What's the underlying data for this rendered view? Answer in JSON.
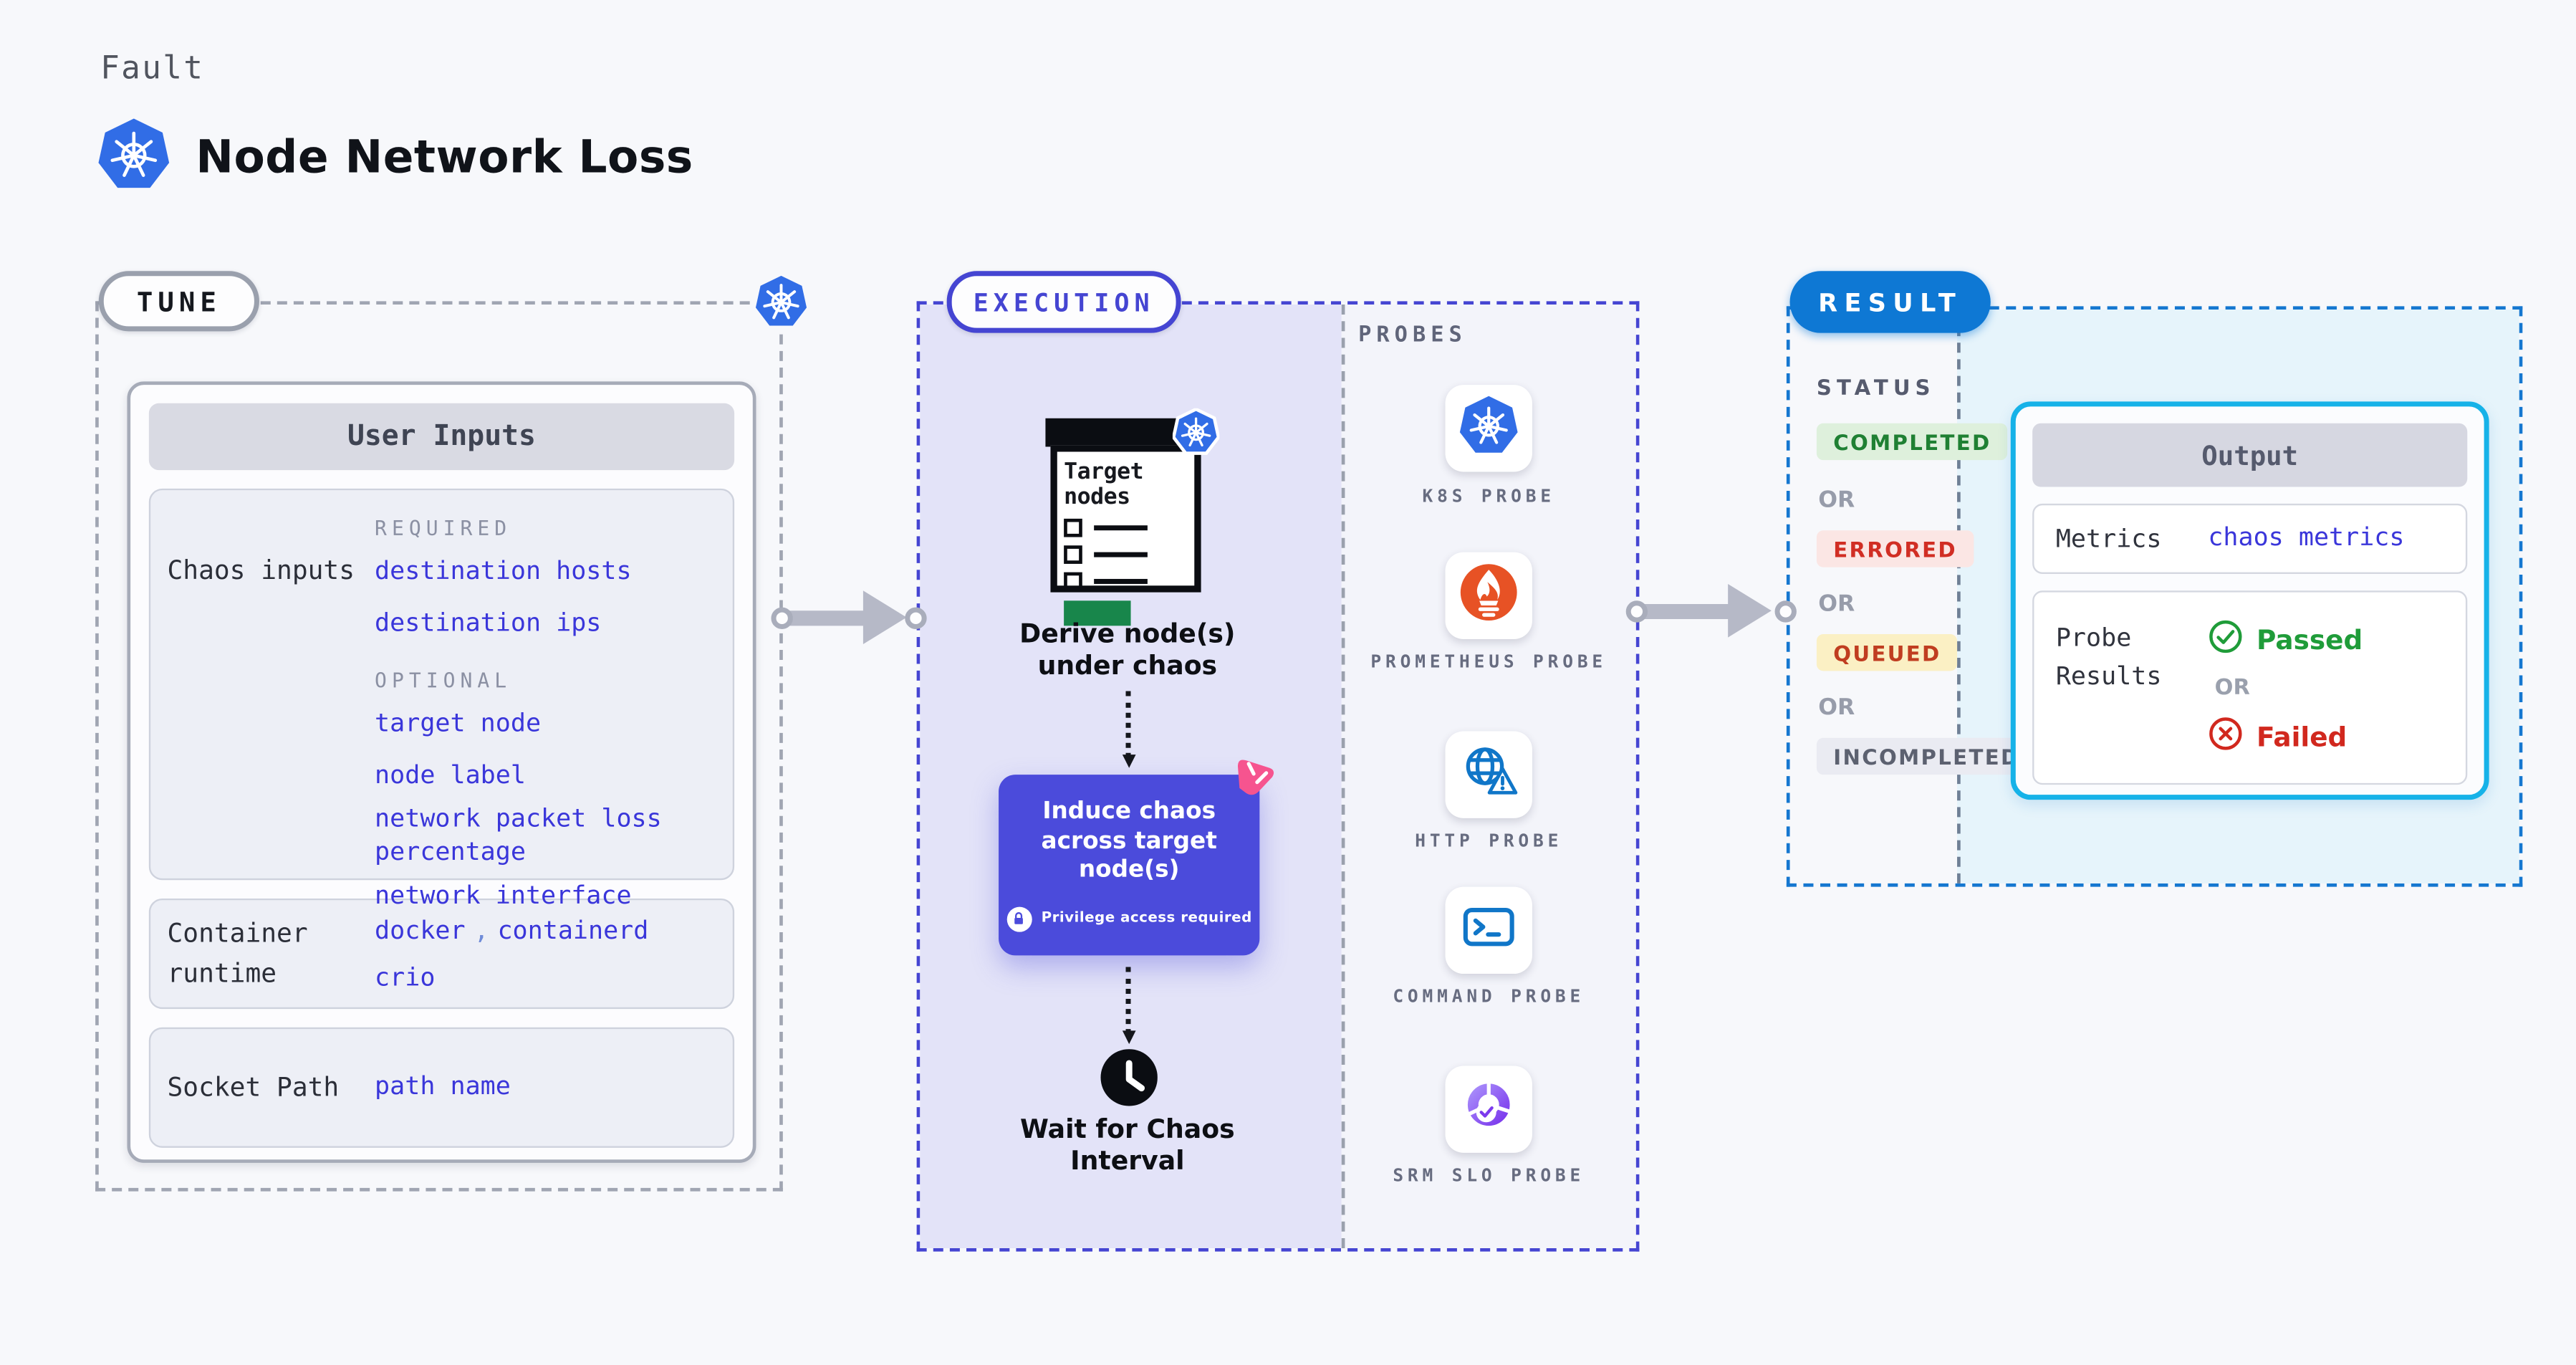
{
  "page": {
    "kind_label": "Fault",
    "title": "Node Network Loss",
    "title_icon": "kubernetes-logo"
  },
  "tune": {
    "badge": "TUNE",
    "corner_icon": "kubernetes-logo",
    "panel_header": "User Inputs",
    "rows": [
      {
        "label": "Chaos inputs",
        "groups": [
          {
            "heading": "REQUIRED",
            "links": [
              "destination hosts",
              "destination ips"
            ]
          },
          {
            "heading": "OPTIONAL",
            "links": [
              "target node",
              "node label",
              "network packet loss percentage",
              "network interface"
            ]
          }
        ]
      },
      {
        "label": "Container runtime",
        "links": [
          "docker",
          "containerd",
          "crio"
        ],
        "comma": ","
      },
      {
        "label": "Socket Path",
        "link": "path name"
      }
    ]
  },
  "execution": {
    "badge": "EXECUTION",
    "document": {
      "title": "Target nodes",
      "badge_icon": "kubernetes-logo"
    },
    "step1_label": "Derive node(s) under chaos",
    "step2": {
      "title": "Induce chaos across target node(s)",
      "note": "Privilege access required",
      "corner_icon": "chaos-pink-logo",
      "lock_icon": "lock-icon"
    },
    "step3_label": "Wait for Chaos Interval",
    "step3_icon": "clock-icon",
    "probes": {
      "heading": "PROBES",
      "items": [
        {
          "icon": "kubernetes-logo",
          "label": "K8S PROBE"
        },
        {
          "icon": "prometheus-flame",
          "label": "PROMETHEUS PROBE"
        },
        {
          "icon": "globe-warning",
          "label": "HTTP PROBE"
        },
        {
          "icon": "terminal",
          "label": "COMMAND PROBE"
        },
        {
          "icon": "slo-donut-check",
          "label": "SRM SLO PROBE"
        }
      ]
    }
  },
  "result": {
    "badge": "RESULT",
    "status": {
      "heading": "STATUS",
      "or": "OR",
      "badges": [
        {
          "label": "COMPLETED",
          "type": "success"
        },
        {
          "label": "ERRORED",
          "type": "error"
        },
        {
          "label": "QUEUED",
          "type": "warning"
        },
        {
          "label": "INCOMPLETED",
          "type": "neutral"
        }
      ]
    },
    "output": {
      "header": "Output",
      "metrics_label": "Metrics",
      "metrics_value": "chaos metrics",
      "probe_results_label": "Probe Results",
      "passed": "Passed",
      "or": "OR",
      "failed": "Failed"
    }
  },
  "colors": {
    "page_bg": "#f7f8fb",
    "accent_indigo": "#4545d2",
    "accent_blue": "#0e78d4",
    "output_border_cyan": "#16b2e8",
    "lavender_fill": "#e3e3f8",
    "result_cyan_fill": "#e6f4fb",
    "link_blue": "#3a36da",
    "kubernetes_blue": "#316de6",
    "prometheus_orange": "#e75225",
    "http_blue": "#1076c8",
    "srm_purple": "#7c3aed",
    "chaos_pink": "#f6548f",
    "step_purple": "#4b4bdb",
    "success_green": "#1f8033",
    "error_red": "#d12e24",
    "queued_text": "#c03d20",
    "neutral_gray": "#5c6170",
    "arrow_gray": "#b6b9c7",
    "doc_green": "#18864b"
  }
}
